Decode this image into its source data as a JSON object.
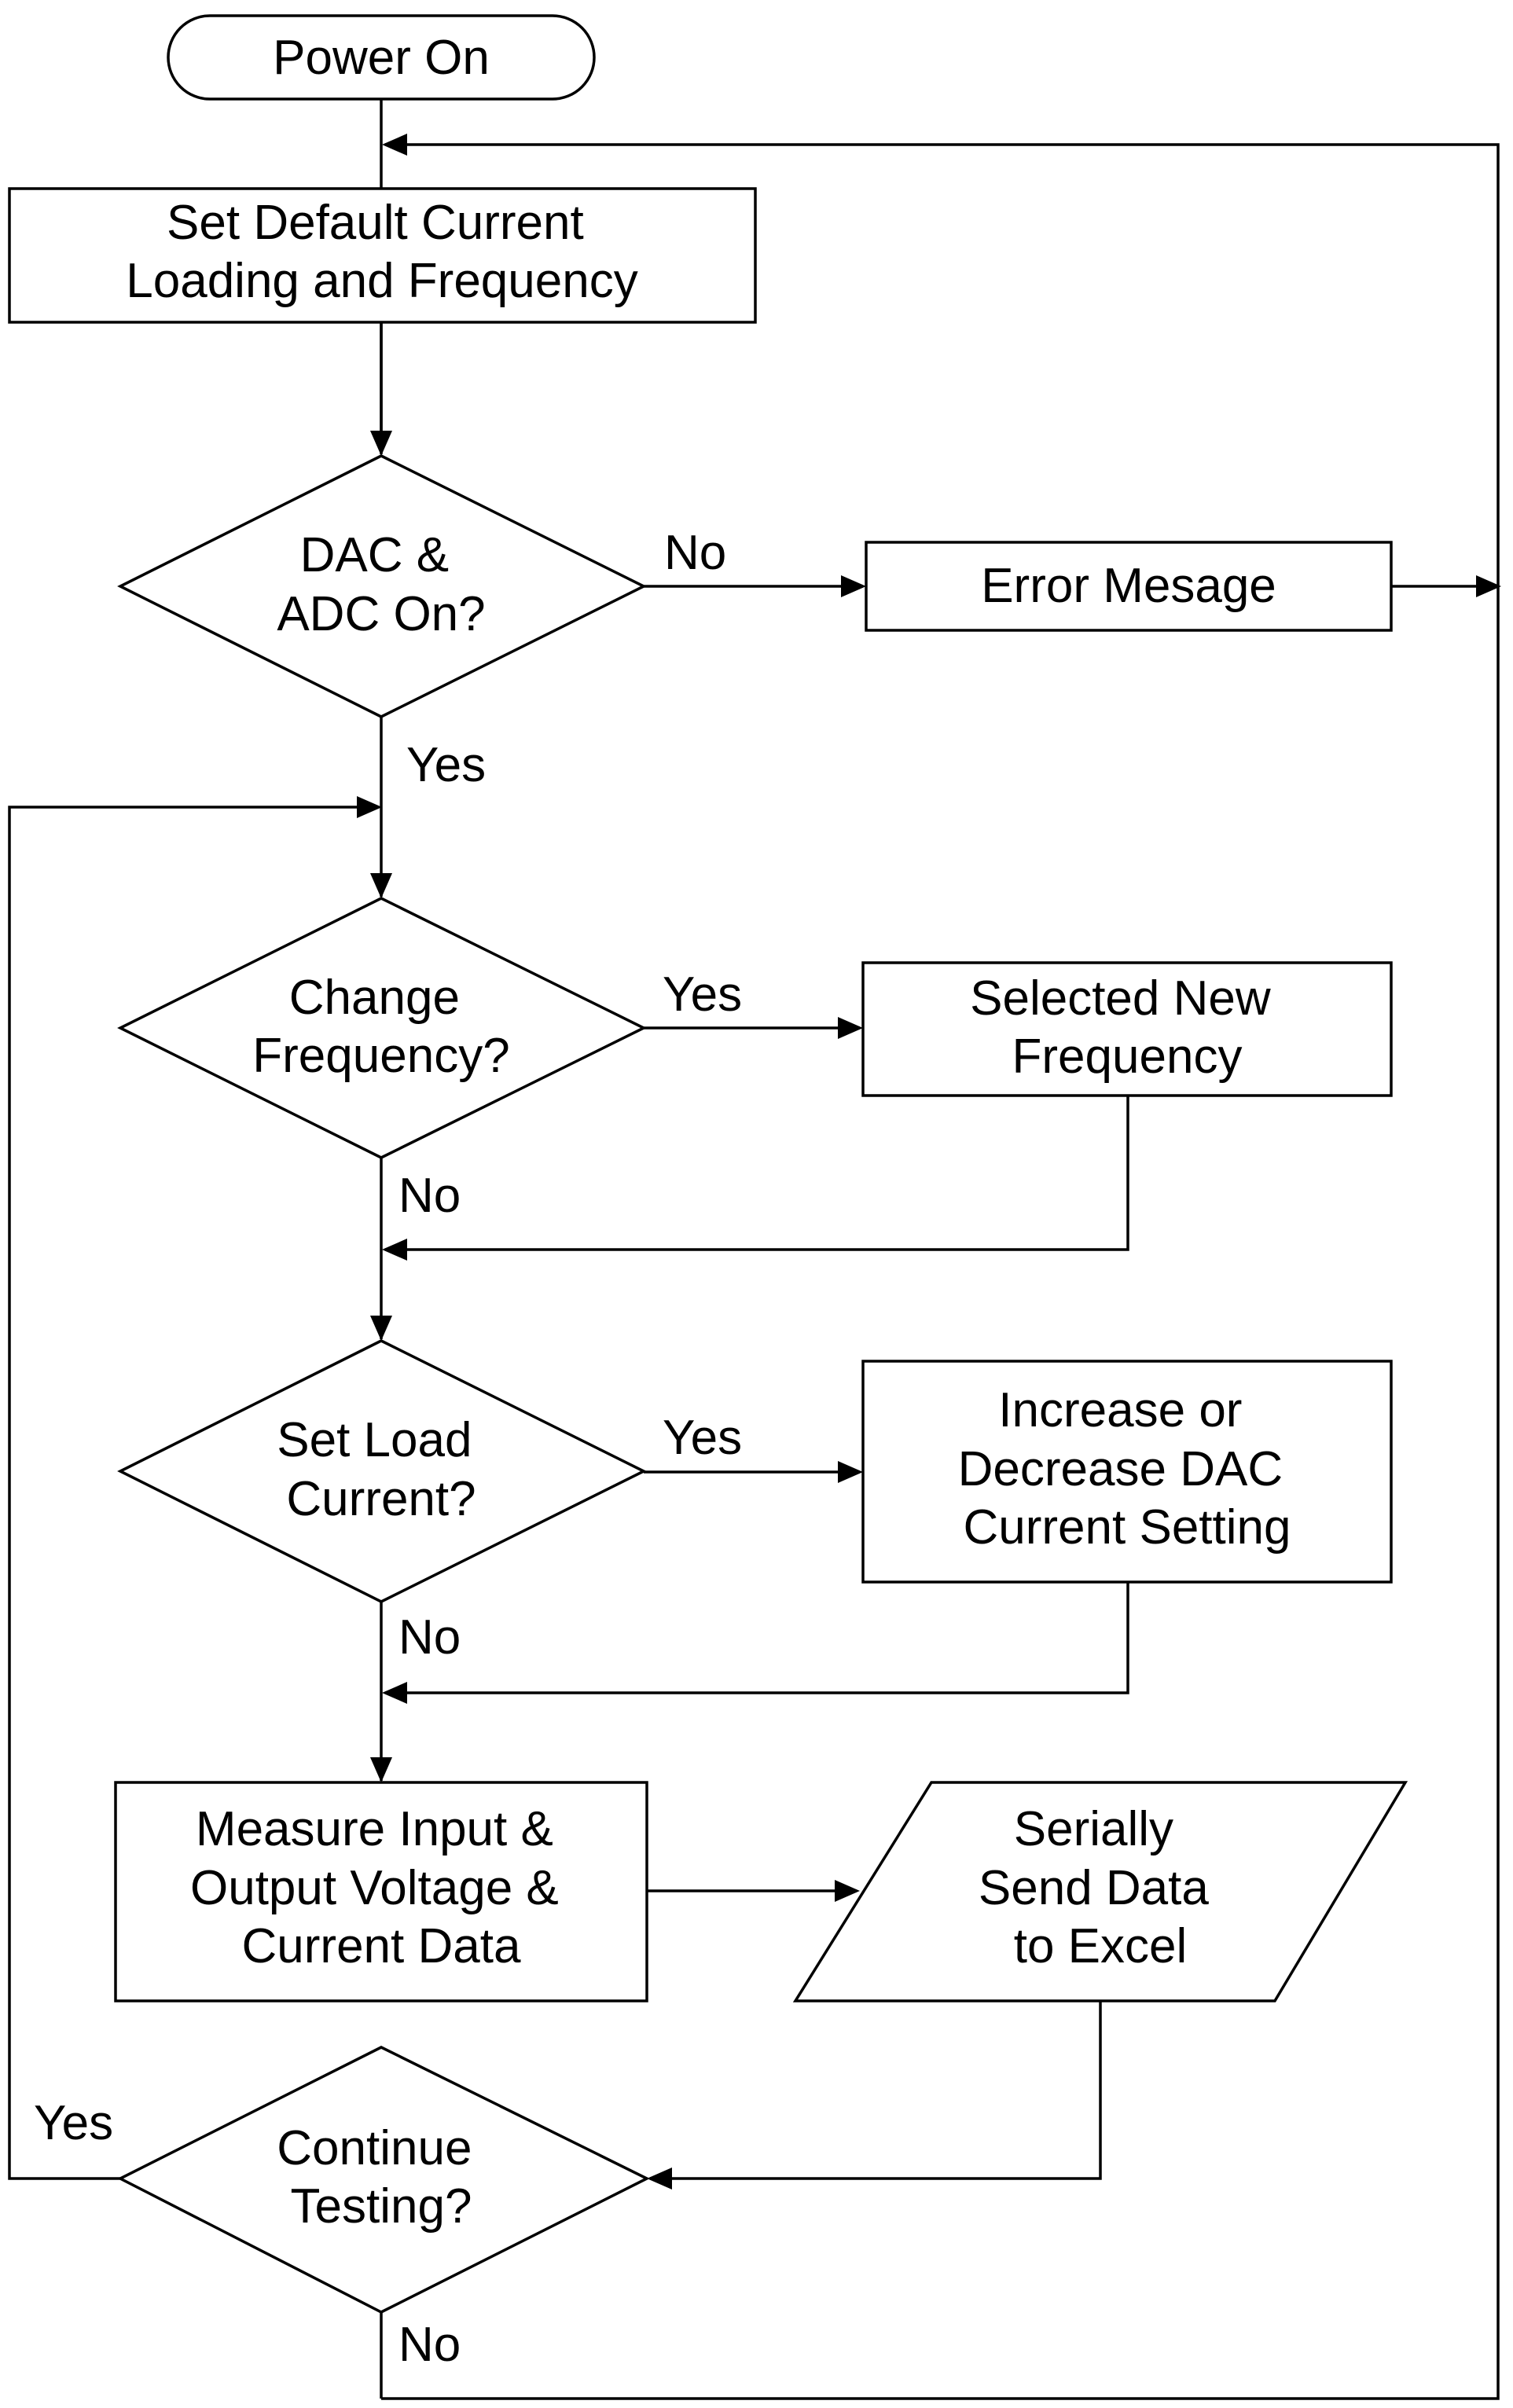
{
  "nodes": {
    "power_on": {
      "lines": [
        "Power On"
      ]
    },
    "set_default": {
      "lines": [
        "Set Default Current",
        "Loading and Frequency"
      ]
    },
    "dac_adc_on": {
      "lines": [
        "DAC &",
        "ADC On?"
      ]
    },
    "error_message": {
      "lines": [
        "Error Mesage"
      ]
    },
    "change_frequency": {
      "lines": [
        "Change",
        "Frequency?"
      ]
    },
    "selected_new_frequency": {
      "lines": [
        "Selected New",
        "Frequency"
      ]
    },
    "set_load_current": {
      "lines": [
        "Set Load",
        "Current?"
      ]
    },
    "increase_decrease": {
      "lines": [
        "Increase or",
        "Decrease DAC",
        "Current Setting"
      ]
    },
    "measure": {
      "lines": [
        "Measure Input &",
        "Output Voltage &",
        "Current Data"
      ]
    },
    "serial_send": {
      "lines": [
        "Serially",
        "Send Data",
        "to Excel"
      ]
    },
    "continue_testing": {
      "lines": [
        "Continue",
        "Testing?"
      ]
    }
  },
  "labels": {
    "dac_no": "No",
    "dac_yes": "Yes",
    "freq_yes": "Yes",
    "freq_no": "No",
    "load_yes": "Yes",
    "load_no": "No",
    "continue_yes": "Yes",
    "continue_no": "No"
  }
}
